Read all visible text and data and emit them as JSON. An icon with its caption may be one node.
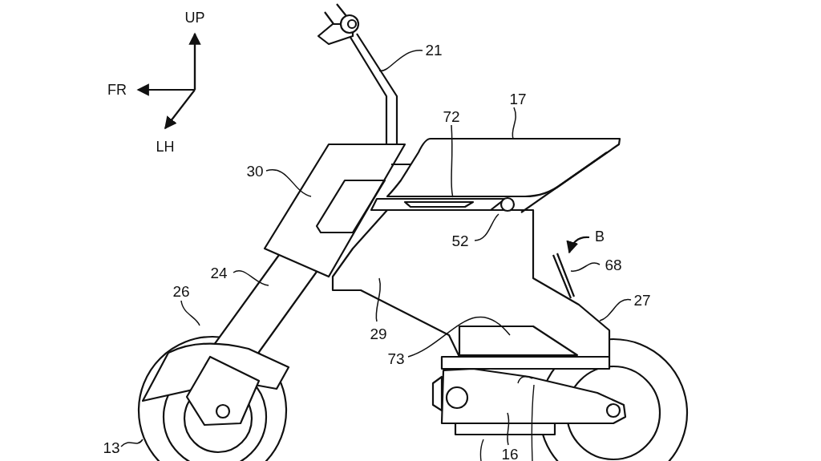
{
  "diagram": {
    "nodes": [
      {
        "text": [
          "21"
        ]
      },
      {
        "text": [
          "17"
        ]
      },
      {
        "text": [
          "72"
        ]
      },
      {
        "text": [
          "30"
        ]
      },
      {
        "text": [
          "52"
        ]
      },
      {
        "text": [
          "68"
        ]
      },
      {
        "text": [
          "24"
        ]
      },
      {
        "text": [
          "26"
        ]
      },
      {
        "text": [
          "27"
        ]
      },
      {
        "text": [
          "29"
        ]
      },
      {
        "text": [
          "73"
        ]
      },
      {
        "text": [
          "13"
        ]
      },
      {
        "text": [
          "16"
        ]
      }
    ],
    "edges": [
      {
        "from": 0,
        "to": null,
        "arrow": "none"
      },
      {
        "from": 1,
        "to": null,
        "arrow": "none"
      },
      {
        "from": 2,
        "to": null,
        "arrow": "none"
      },
      {
        "from": 3,
        "to": null,
        "arrow": "none"
      },
      {
        "from": 4,
        "to": null,
        "arrow": "none"
      },
      {
        "from": 5,
        "to": null,
        "arrow": "none"
      },
      {
        "from": 6,
        "to": null,
        "arrow": "none"
      },
      {
        "from": 7,
        "to": null,
        "arrow": "none"
      },
      {
        "from": 8,
        "to": null,
        "arrow": "none"
      },
      {
        "from": 9,
        "to": null,
        "arrow": "none"
      },
      {
        "from": 10,
        "to": null,
        "arrow": "none"
      },
      {
        "from": 11,
        "to": null,
        "arrow": "none"
      },
      {
        "from": 12,
        "to": null,
        "arrow": "none"
      }
    ],
    "labels": [
      "UP",
      "FR",
      "LH",
      "B"
    ]
  }
}
